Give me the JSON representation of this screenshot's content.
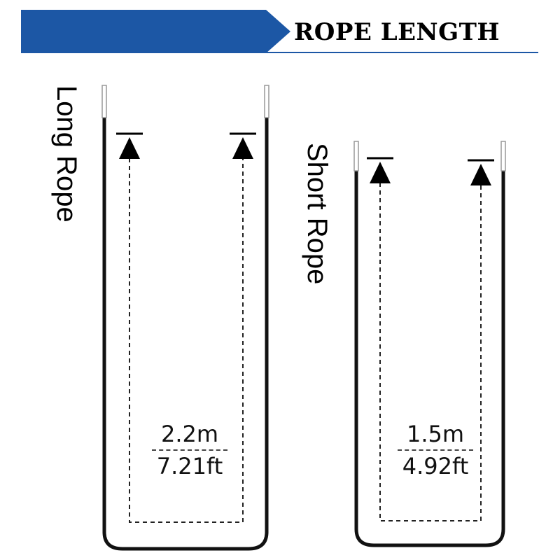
{
  "header": {
    "title": "ROPE LENGTH",
    "banner_color": "#1c57a5"
  },
  "ropes": [
    {
      "label": "Long Rope",
      "length_m": "2.2m",
      "length_ft": "7.21ft"
    },
    {
      "label": "Short Rope",
      "length_m": "1.5m",
      "length_ft": "4.92ft"
    }
  ],
  "colors": {
    "rope": "#111111",
    "arrow": "#000000"
  }
}
